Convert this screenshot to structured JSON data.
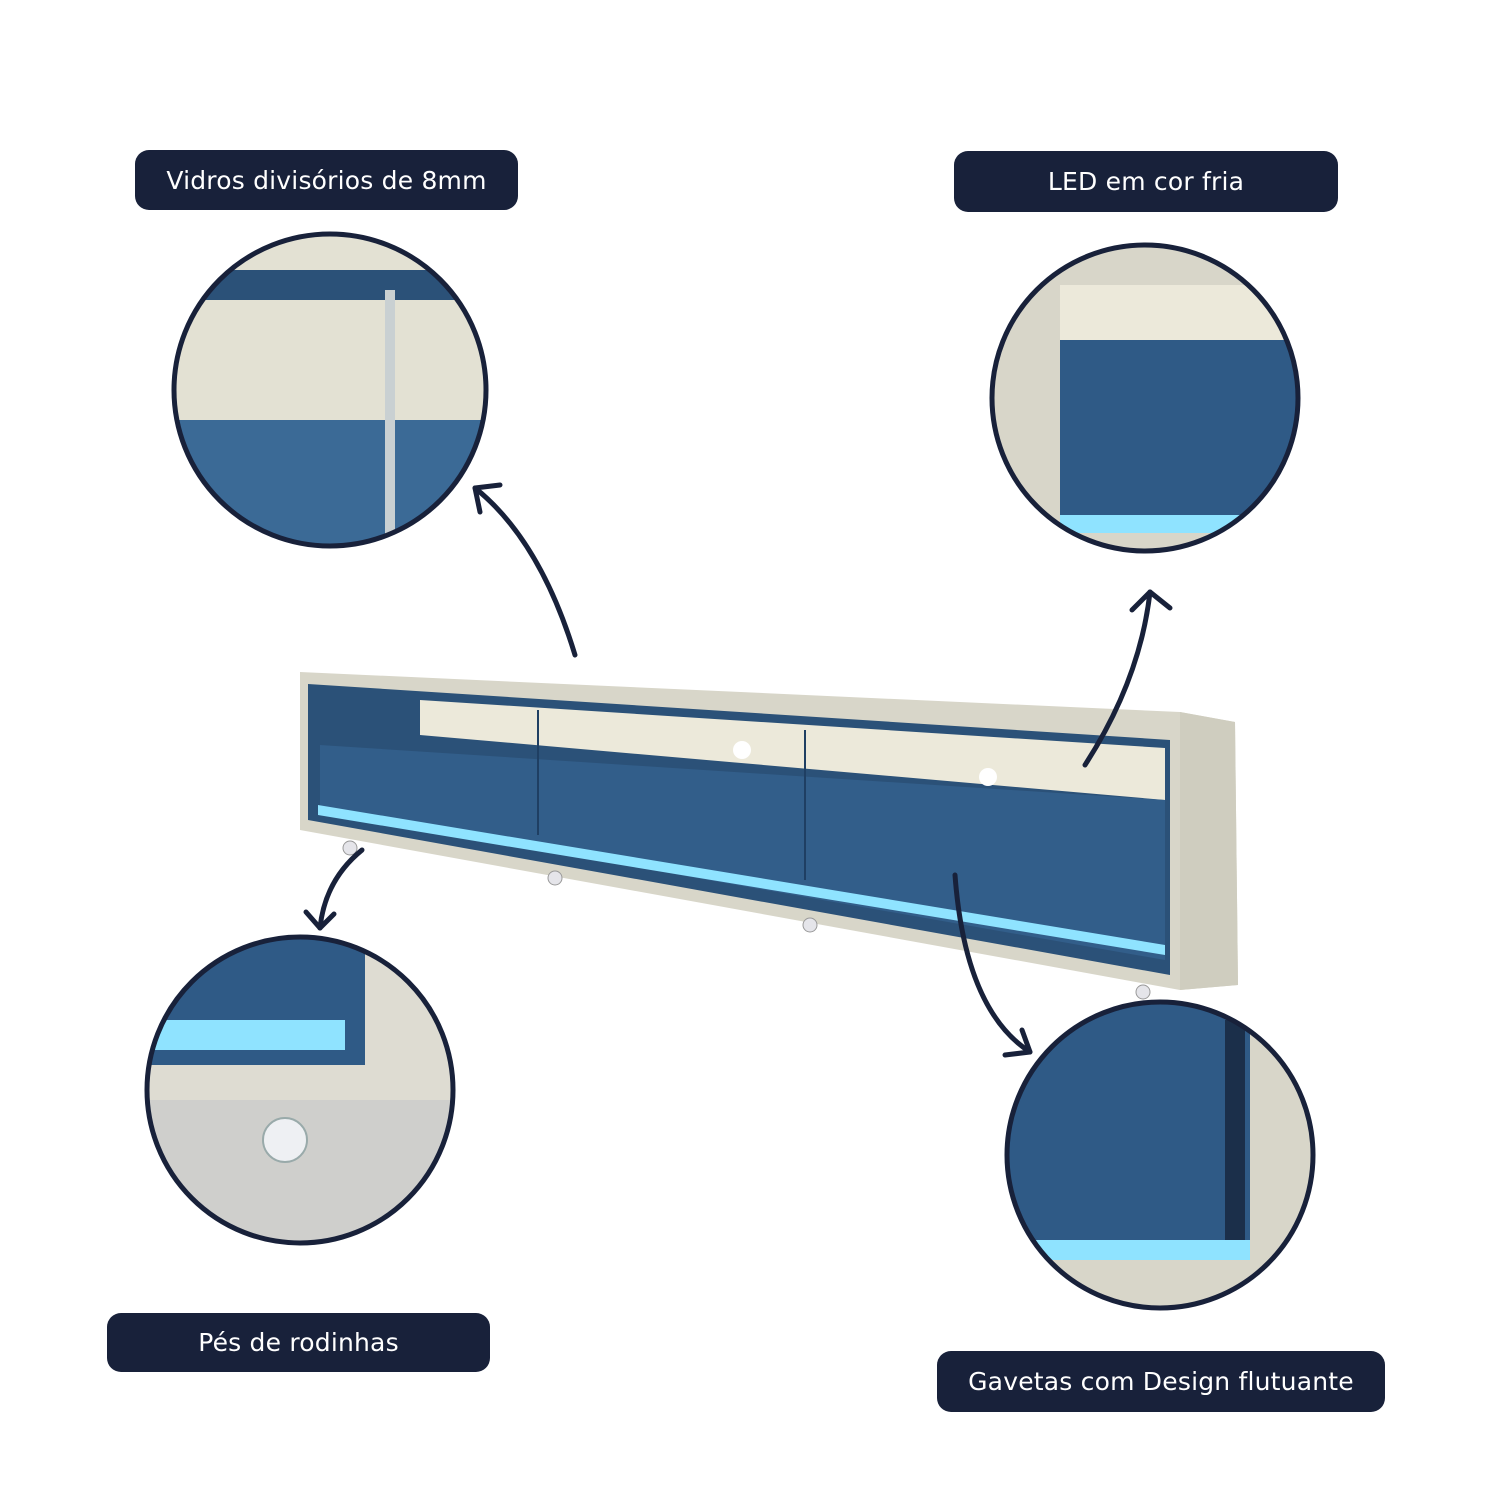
{
  "labels": {
    "glass": "Vidros divisórios de 8mm",
    "led": "LED em cor fria",
    "wheels": "Pés de rodinhas",
    "drawers": "Gavetas com Design flutuante"
  },
  "colors": {
    "label_bg": "#18213a",
    "frame": "#d8d6c9",
    "blue": "#2f5a86",
    "led": "#8fe3ff"
  }
}
